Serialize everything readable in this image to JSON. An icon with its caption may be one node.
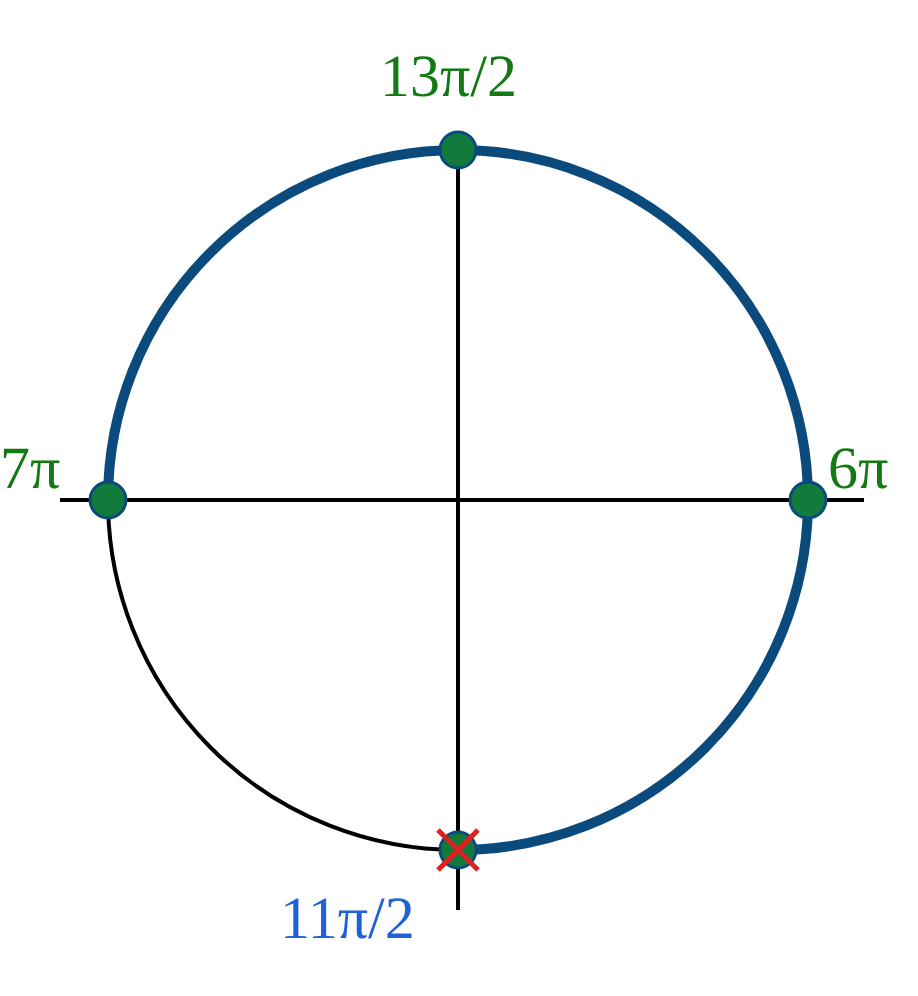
{
  "diagram": {
    "nodes": [
      {
        "text": [],
        "shape": "circle",
        "beside": [
          "13π/2"
        ]
      },
      {
        "text": [],
        "shape": "circle",
        "beside": [
          "7π"
        ]
      },
      {
        "text": [],
        "shape": "circle",
        "beside": [
          "6π"
        ]
      },
      {
        "text": [],
        "shape": "circle",
        "beside": [
          "11π/2"
        ]
      }
    ]
  }
}
